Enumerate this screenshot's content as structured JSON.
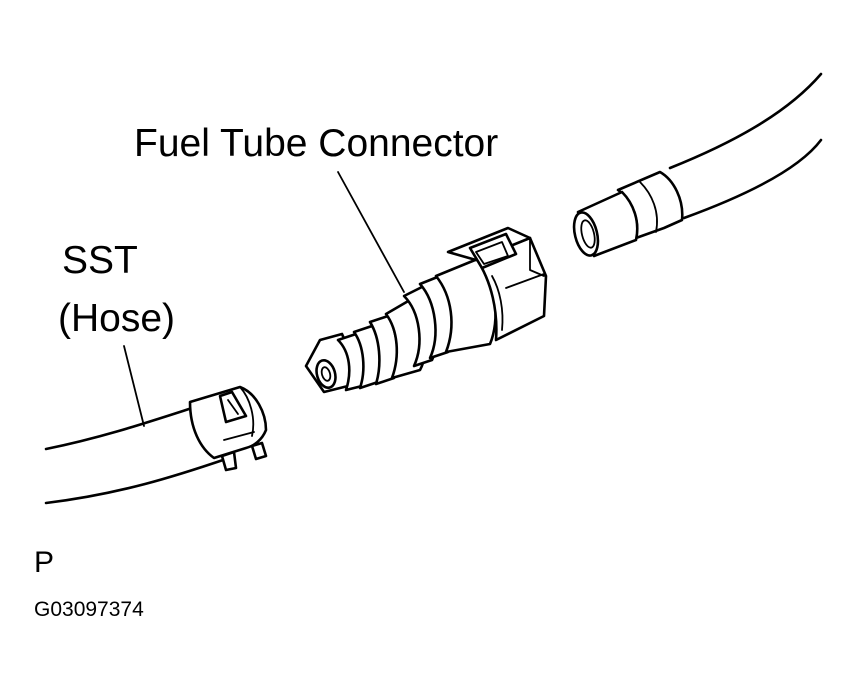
{
  "labels": {
    "fuel_tube_connector": "Fuel Tube Connector",
    "sst": "SST",
    "hose": "(Hose)",
    "p": "P",
    "figure_id": "G03097374"
  }
}
